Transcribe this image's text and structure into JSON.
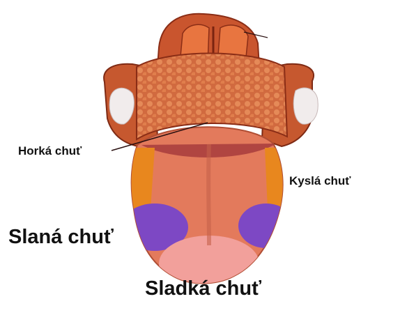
{
  "image": {
    "labels": {
      "bitter": "Horká chuť",
      "sour": "Kyslá chuť",
      "salty": "Slaná chuť",
      "sweet": "Sladká chuť"
    },
    "colors": {
      "background": "#ffffff",
      "tongue": "#e37a5c",
      "papillae": "#d86a3e",
      "bitter_zone": "#a2383b",
      "sour_zone": "#e8871e",
      "salty_zone": "#7d48c4",
      "sweet_zone": "#f2a09b",
      "tonsil": "#f2eeee"
    }
  }
}
